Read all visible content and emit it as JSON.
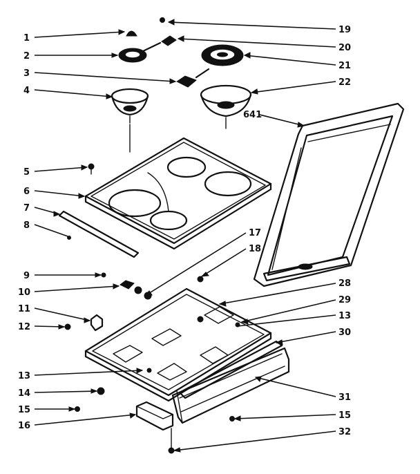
{
  "labels": {
    "l1": "1",
    "l2": "2",
    "l3": "3",
    "l4": "4",
    "l5": "5",
    "l6": "6",
    "l7": "7",
    "l8": "8",
    "l9": "9",
    "l10": "10",
    "l11": "11",
    "l12": "12",
    "l13a": "13",
    "l13b": "13",
    "l14": "14",
    "l15a": "15",
    "l15b": "15",
    "l16": "16",
    "l17": "17",
    "l18": "18",
    "l19": "19",
    "l20": "20",
    "l21": "21",
    "l22": "22",
    "l28": "28",
    "l29": "29",
    "l30": "30",
    "l31": "31",
    "l32": "32",
    "l641": "641"
  }
}
